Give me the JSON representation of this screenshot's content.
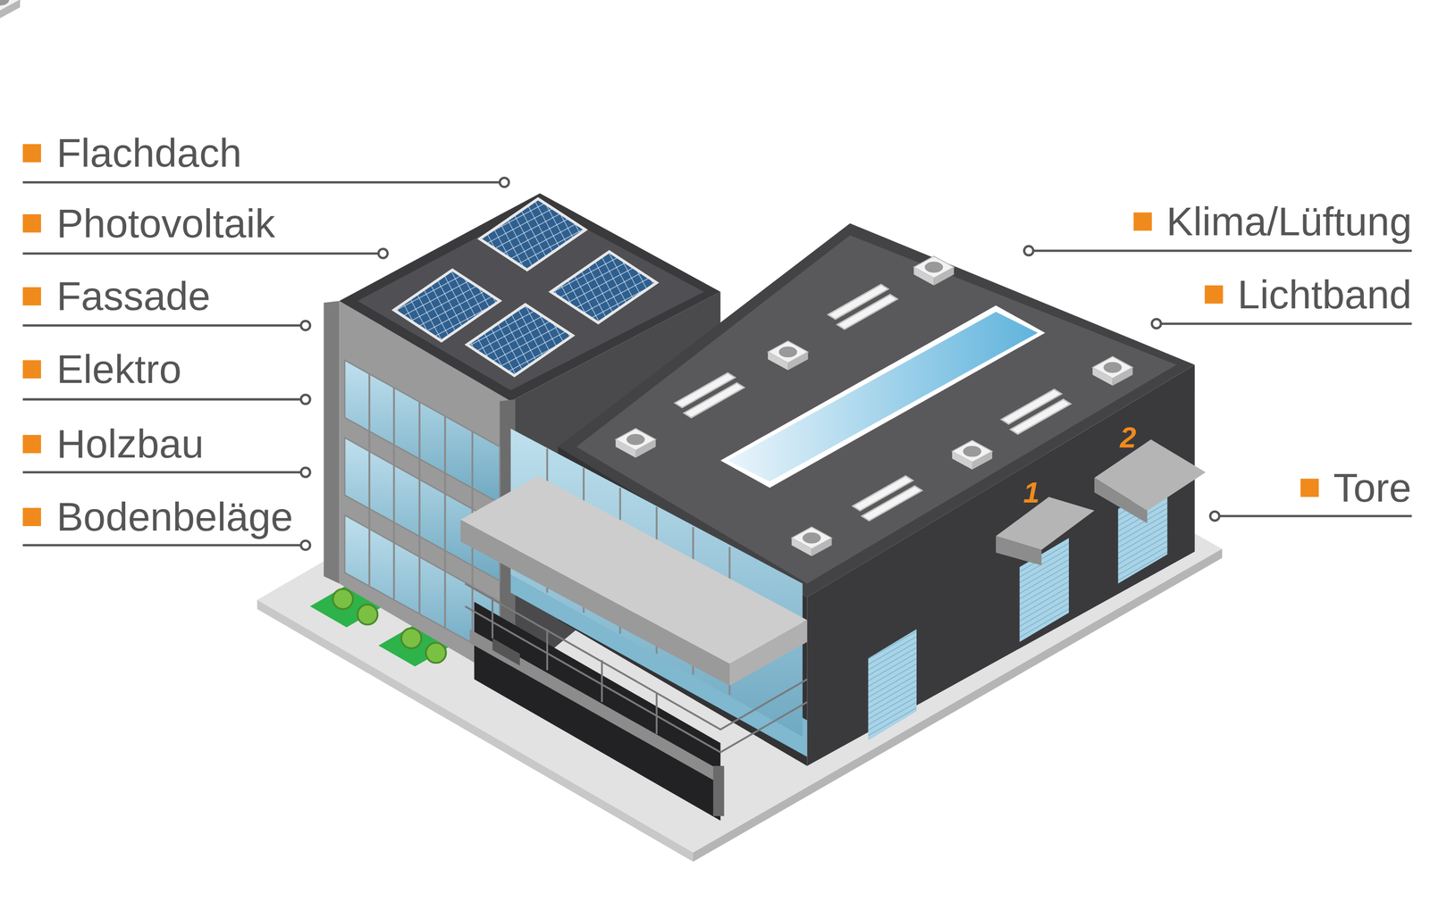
{
  "diagram": {
    "labels": [
      "Flachdach",
      "Photovoltaik",
      "Fassade",
      "Elektro",
      "Holzbau",
      "Bodenbeläge",
      "Klima/Lüftung",
      "Lichtband",
      "Tore",
      "1",
      "2"
    ]
  }
}
